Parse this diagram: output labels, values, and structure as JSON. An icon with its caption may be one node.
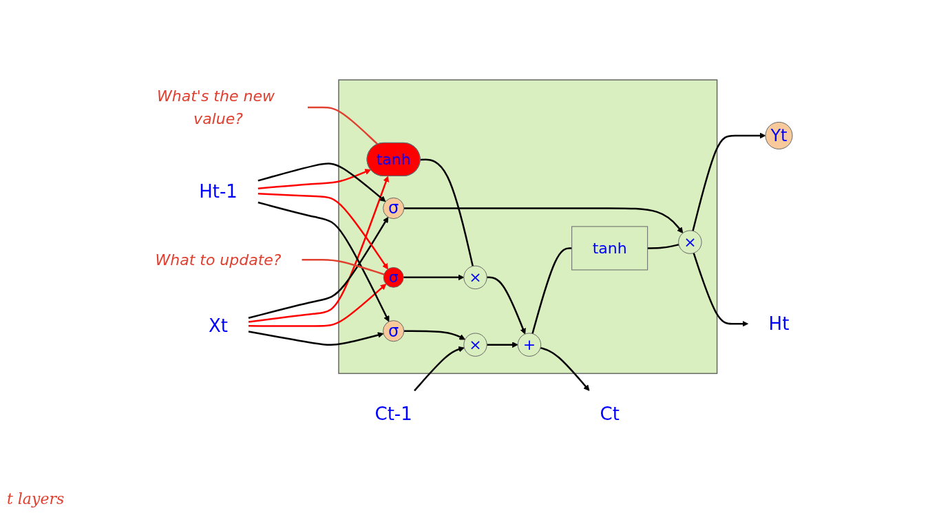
{
  "diagram": {
    "nodes": [
      {
        "text": [],
        "shape": "box"
      },
      {
        "text": [
          "Xt"
        ]
      },
      {
        "text": [
          "Ht-1"
        ]
      },
      {
        "text": [
          "Ct-1"
        ]
      },
      {
        "text": [
          "σ"
        ],
        "in": 0
      },
      {
        "text": [
          "σ"
        ],
        "in": 0
      },
      {
        "text": [
          "tanh"
        ],
        "in": 0
      },
      {
        "text": [
          "σ"
        ],
        "in": 0
      },
      {
        "text": [
          "×"
        ],
        "in": 0
      },
      {
        "text": [
          "+"
        ],
        "in": 0
      },
      {
        "text": [
          "×"
        ],
        "in": 0
      },
      {
        "text": [
          "×"
        ],
        "in": 0
      },
      {
        "text": [
          "tanh"
        ],
        "in": 0
      },
      {
        "text": [
          "Ht"
        ]
      },
      {
        "text": [
          "Ct"
        ]
      },
      {
        "text": [
          "Yt"
        ]
      },
      {
        "text": [
          "What to update?"
        ]
      },
      {
        "text": [
          "What's the new value?"
        ]
      }
    ],
    "edges": [
      {
        "from": 1,
        "to": 4,
        "arrow": "to"
      },
      {
        "from": 1,
        "to": 5,
        "arrow": "to",
        "color": "#ff0000"
      },
      {
        "from": 1,
        "to": 6,
        "arrow": "to",
        "color": "#ff0000"
      },
      {
        "from": 1,
        "to": 7,
        "arrow": "to"
      },
      {
        "from": 2,
        "to": 4,
        "arrow": "to"
      },
      {
        "from": 2,
        "to": 5,
        "arrow": "to",
        "color": "#ff0000"
      },
      {
        "from": 2,
        "to": 6,
        "arrow": "to",
        "color": "#ff0000"
      },
      {
        "from": 2,
        "to": 7,
        "arrow": "to"
      },
      {
        "from": 4,
        "to": 8,
        "arrow": "to"
      },
      {
        "from": 3,
        "to": 8,
        "arrow": "to"
      },
      {
        "from": 8,
        "to": 9,
        "arrow": "to"
      },
      {
        "from": 5,
        "to": 10,
        "arrow": "to"
      },
      {
        "from": 6,
        "to": 10,
        "arrow": "none"
      },
      {
        "from": 10,
        "to": 9,
        "arrow": "to"
      },
      {
        "from": 9,
        "to": 14,
        "arrow": "to"
      },
      {
        "from": 9,
        "to": 12,
        "arrow": "none"
      },
      {
        "from": 12,
        "to": 11,
        "arrow": "none"
      },
      {
        "from": 7,
        "to": 11,
        "arrow": "to"
      },
      {
        "from": 11,
        "to": 13,
        "arrow": "to"
      },
      {
        "from": 11,
        "to": 15,
        "arrow": "to"
      },
      {
        "from": 16,
        "to": 5,
        "arrow": "none",
        "color": "#e04030"
      },
      {
        "from": 17,
        "to": 6,
        "arrow": "none",
        "color": "#e04030"
      }
    ],
    "labels": [
      "t layers"
    ]
  }
}
